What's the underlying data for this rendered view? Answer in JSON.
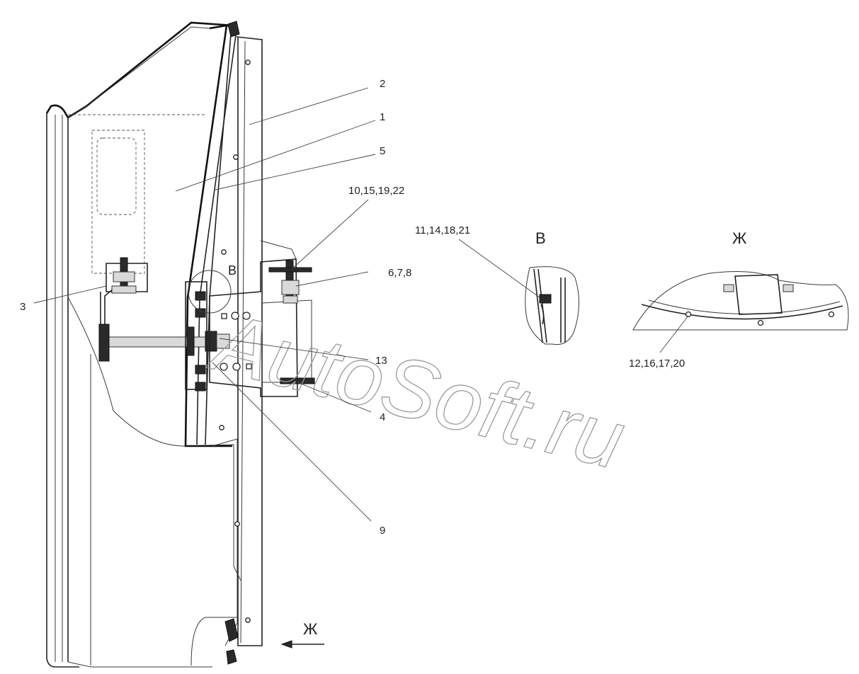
{
  "watermark": "AutoSoft.ru",
  "callouts": [
    {
      "id": "c2",
      "text": "2"
    },
    {
      "id": "c1",
      "text": "1"
    },
    {
      "id": "c5",
      "text": "5"
    },
    {
      "id": "c10",
      "text": "10,15,19,22"
    },
    {
      "id": "c6",
      "text": "6,7,8"
    },
    {
      "id": "c3",
      "text": "3"
    },
    {
      "id": "c13",
      "text": "13"
    },
    {
      "id": "c4",
      "text": "4"
    },
    {
      "id": "c9",
      "text": "9"
    },
    {
      "id": "c11",
      "text": "11,14,18,21"
    },
    {
      "id": "c12",
      "text": "12,16,17,20"
    }
  ],
  "views": {
    "detail_b": "В",
    "section_b_mark": "В",
    "view_zh": "Ж",
    "arrow_zh": "Ж"
  }
}
